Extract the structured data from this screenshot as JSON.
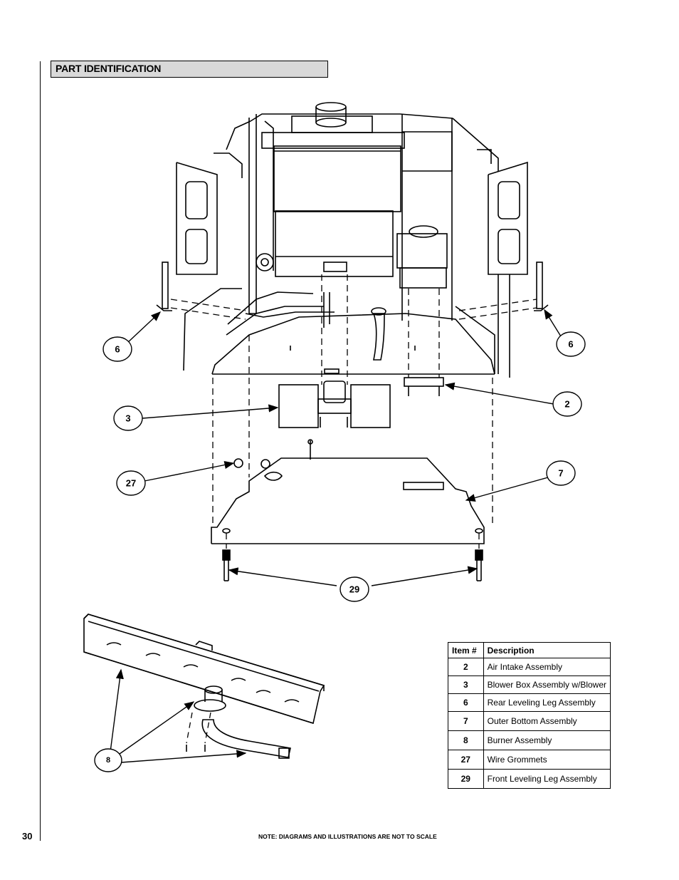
{
  "section_title": "PART IDENTIFICATION",
  "callouts": {
    "c6_left": "6",
    "c6_right": "6",
    "c2": "2",
    "c3": "3",
    "c7": "7",
    "c27": "27",
    "c29": "29",
    "c8": "8"
  },
  "table": {
    "headers": [
      "Item #",
      "Description"
    ],
    "rows": [
      {
        "item": "2",
        "description": "Air Intake Assembly"
      },
      {
        "item": "3",
        "description": "Blower Box Assembly w/Blower"
      },
      {
        "item": "6",
        "description": "Rear Leveling Leg Assembly"
      },
      {
        "item": "7",
        "description": "Outer Bottom Assembly"
      },
      {
        "item": "8",
        "description": "Burner Assembly"
      },
      {
        "item": "27",
        "description": "Wire Grommets"
      },
      {
        "item": "29",
        "description": "Front Leveling Leg Assembly"
      }
    ]
  },
  "footer": {
    "page_number": "30",
    "note": "NOTE: DIAGRAMS AND ILLUSTRATIONS ARE NOT TO SCALE"
  }
}
